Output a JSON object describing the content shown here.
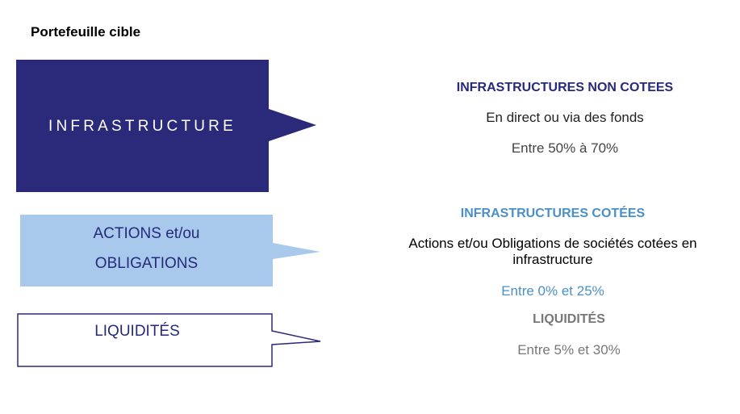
{
  "title": "Portefeuille cible",
  "colors": {
    "infrastructure": "#2b2a7a",
    "actions": "#a8c9ec",
    "liquidites_border": "#2b2a7a",
    "cotees_accent": "#4a90c8",
    "liquidites_text": "#777777"
  },
  "boxes": {
    "infrastructure": "INFRASTRUCTURE",
    "actions_line1": "ACTIONS et/ou",
    "actions_line2": "OBLIGATIONS",
    "liquidites": "LIQUIDITÉS"
  },
  "details": {
    "non_cotees": {
      "heading": "INFRASTRUCTURES NON COTEES",
      "description": "En direct ou via des fonds",
      "range": "Entre 50% à 70%"
    },
    "cotees": {
      "heading": "INFRASTRUCTURES COTÉES",
      "description": "Actions et/ou Obligations de sociétés cotées en infrastructure",
      "range": "Entre 0% et 25%"
    },
    "liquidites": {
      "heading": "LIQUIDITÉS",
      "range": "Entre 5% et 30%"
    }
  }
}
